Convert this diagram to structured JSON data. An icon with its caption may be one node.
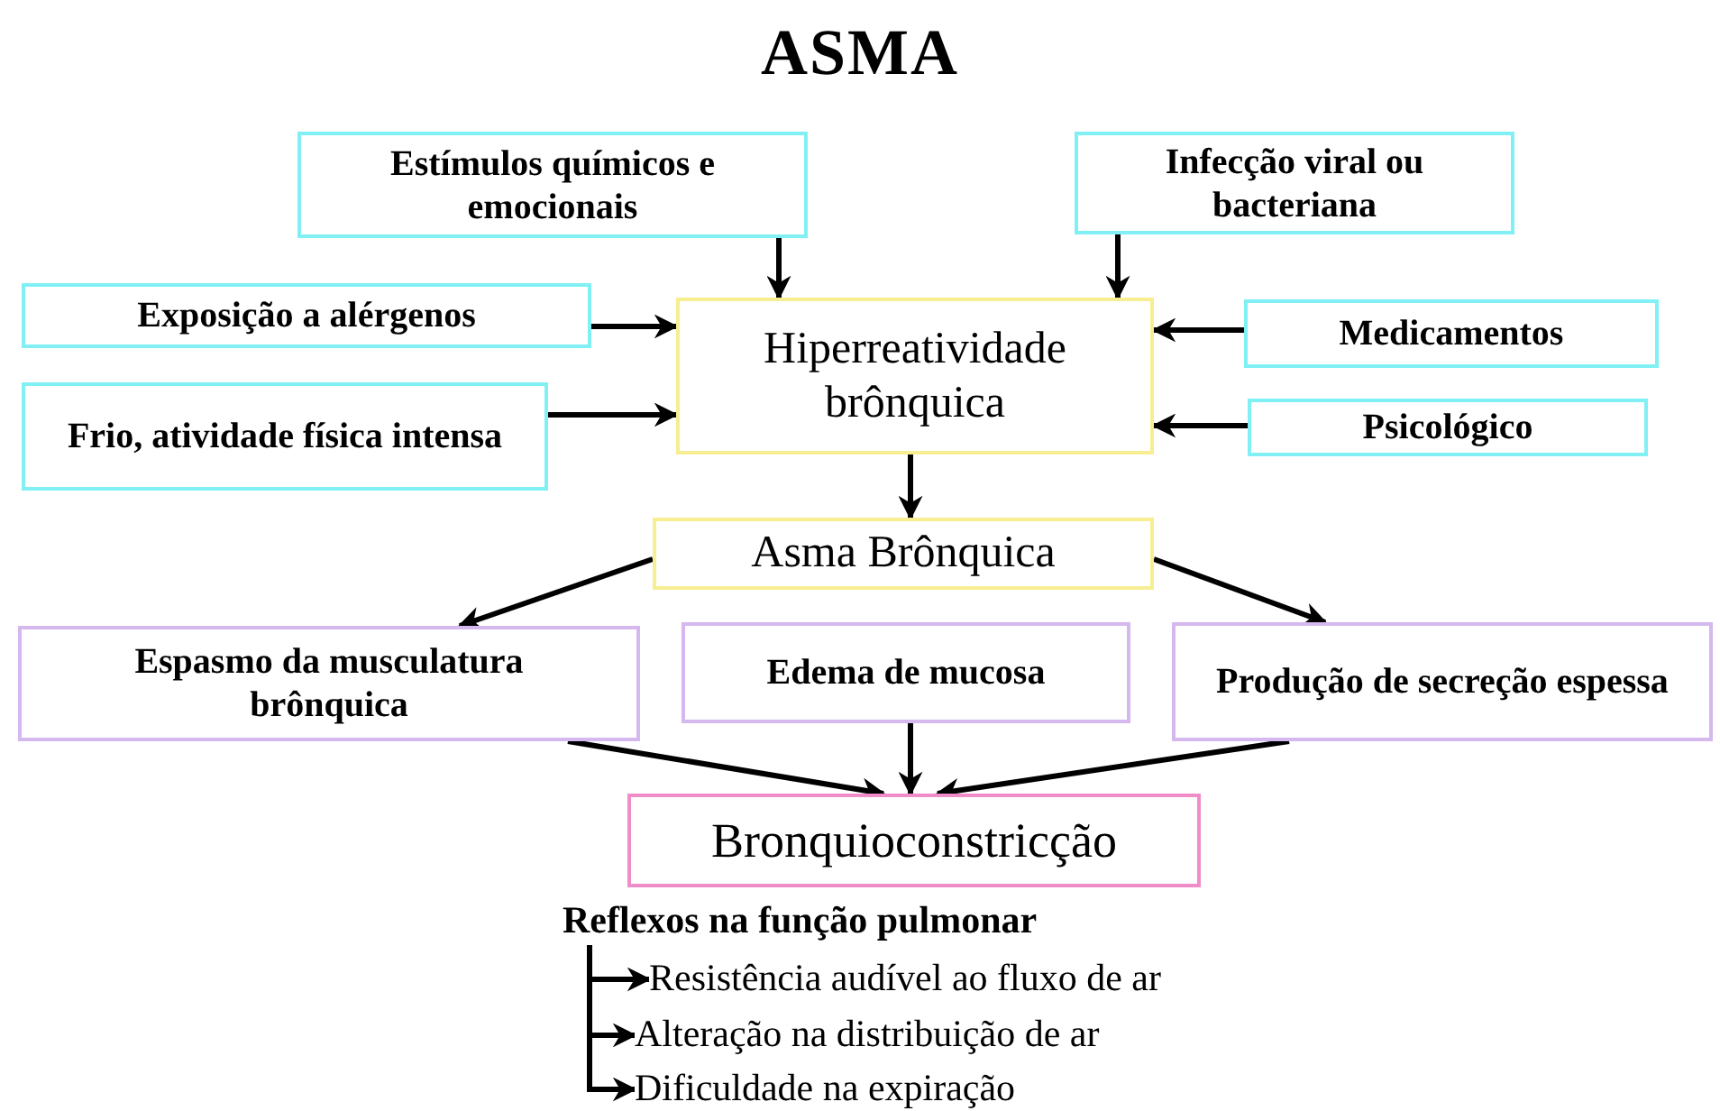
{
  "diagram": {
    "title": "ASMA",
    "nodes": [
      {
        "text": [
          "Estímulos químicos e emocionais"
        ]
      },
      {
        "text": [
          "Infecção viral ou bacteriana"
        ]
      },
      {
        "text": [
          "Exposição a alérgenos"
        ]
      },
      {
        "text": [
          "Hiperreatividade brônquica"
        ]
      },
      {
        "text": [
          "Medicamentos"
        ]
      },
      {
        "text": [
          "Frio, atividade física intensa"
        ]
      },
      {
        "text": [
          "Psicológico"
        ]
      },
      {
        "text": [
          "Asma Brônquica"
        ]
      },
      {
        "text": [
          "Espasmo da musculatura brônquica"
        ]
      },
      {
        "text": [
          "Edema de mucosa"
        ]
      },
      {
        "text": [
          "Produção de secreção espessa"
        ]
      },
      {
        "text": [
          "Bronquioconstricção"
        ]
      },
      {
        "text": [
          "Reflexos na função pulmonar"
        ]
      },
      {
        "text": [
          "Resistência audível ao fluxo de ar"
        ]
      },
      {
        "text": [
          "Alteração na distribuição de ar"
        ]
      },
      {
        "text": [
          "Dificuldade na expiração"
        ]
      }
    ],
    "edges": [
      {
        "from": 0,
        "to": 3,
        "arrow": "to"
      },
      {
        "from": 1,
        "to": 3,
        "arrow": "to"
      },
      {
        "from": 2,
        "to": 3,
        "arrow": "to"
      },
      {
        "from": 5,
        "to": 3,
        "arrow": "to"
      },
      {
        "from": 4,
        "to": 3,
        "arrow": "to"
      },
      {
        "from": 6,
        "to": 3,
        "arrow": "to"
      },
      {
        "from": 3,
        "to": 7,
        "arrow": "to"
      },
      {
        "from": 7,
        "to": 8,
        "arrow": "to"
      },
      {
        "from": 7,
        "to": 10,
        "arrow": "to"
      },
      {
        "from": 8,
        "to": 11,
        "arrow": "to"
      },
      {
        "from": 9,
        "to": 11,
        "arrow": "to"
      },
      {
        "from": 10,
        "to": 11,
        "arrow": "to"
      },
      {
        "from": 12,
        "to": 13,
        "arrow": "to"
      },
      {
        "from": 12,
        "to": 14,
        "arrow": "to"
      },
      {
        "from": 12,
        "to": 15,
        "arrow": "to"
      }
    ]
  }
}
